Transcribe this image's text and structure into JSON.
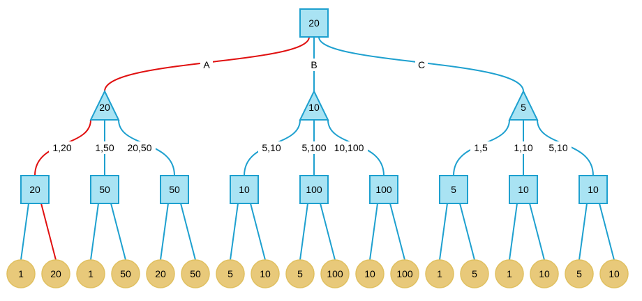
{
  "tree": {
    "root": {
      "value": "20",
      "shape": "square"
    },
    "branches": [
      {
        "edge_label": "A",
        "highlighted": true,
        "node": {
          "value": "20",
          "shape": "triangle"
        },
        "children": [
          {
            "edge_label": "1,20",
            "highlighted": true,
            "node": {
              "value": "20",
              "shape": "square"
            },
            "leaves": [
              {
                "value": "1",
                "highlighted": false
              },
              {
                "value": "20",
                "highlighted": true
              }
            ]
          },
          {
            "edge_label": "1,50",
            "highlighted": false,
            "node": {
              "value": "50",
              "shape": "square"
            },
            "leaves": [
              {
                "value": "1",
                "highlighted": false
              },
              {
                "value": "50",
                "highlighted": false
              }
            ]
          },
          {
            "edge_label": "20,50",
            "highlighted": false,
            "node": {
              "value": "50",
              "shape": "square"
            },
            "leaves": [
              {
                "value": "20",
                "highlighted": false
              },
              {
                "value": "50",
                "highlighted": false
              }
            ]
          }
        ]
      },
      {
        "edge_label": "B",
        "highlighted": false,
        "node": {
          "value": "10",
          "shape": "triangle"
        },
        "children": [
          {
            "edge_label": "5,10",
            "highlighted": false,
            "node": {
              "value": "10",
              "shape": "square"
            },
            "leaves": [
              {
                "value": "5",
                "highlighted": false
              },
              {
                "value": "10",
                "highlighted": false
              }
            ]
          },
          {
            "edge_label": "5,100",
            "highlighted": false,
            "node": {
              "value": "100",
              "shape": "square"
            },
            "leaves": [
              {
                "value": "5",
                "highlighted": false
              },
              {
                "value": "100",
                "highlighted": false
              }
            ]
          },
          {
            "edge_label": "10,100",
            "highlighted": false,
            "node": {
              "value": "100",
              "shape": "square"
            },
            "leaves": [
              {
                "value": "10",
                "highlighted": false
              },
              {
                "value": "100",
                "highlighted": false
              }
            ]
          }
        ]
      },
      {
        "edge_label": "C",
        "highlighted": false,
        "node": {
          "value": "5",
          "shape": "triangle"
        },
        "children": [
          {
            "edge_label": "1,5",
            "highlighted": false,
            "node": {
              "value": "5",
              "shape": "square"
            },
            "leaves": [
              {
                "value": "1",
                "highlighted": false
              },
              {
                "value": "5",
                "highlighted": false
              }
            ]
          },
          {
            "edge_label": "1,10",
            "highlighted": false,
            "node": {
              "value": "10",
              "shape": "square"
            },
            "leaves": [
              {
                "value": "1",
                "highlighted": false
              },
              {
                "value": "10",
                "highlighted": false
              }
            ]
          },
          {
            "edge_label": "5,10",
            "highlighted": false,
            "node": {
              "value": "10",
              "shape": "square"
            },
            "leaves": [
              {
                "value": "5",
                "highlighted": false
              },
              {
                "value": "10",
                "highlighted": false
              }
            ]
          }
        ]
      }
    ]
  },
  "colors": {
    "edge": "#1ea0cf",
    "highlight_edge": "#e01010",
    "node_fill": "#a9e3f3",
    "node_stroke": "#1ea0cf",
    "leaf_fill": "#e8c97a",
    "leaf_stroke": "#e0c060"
  }
}
